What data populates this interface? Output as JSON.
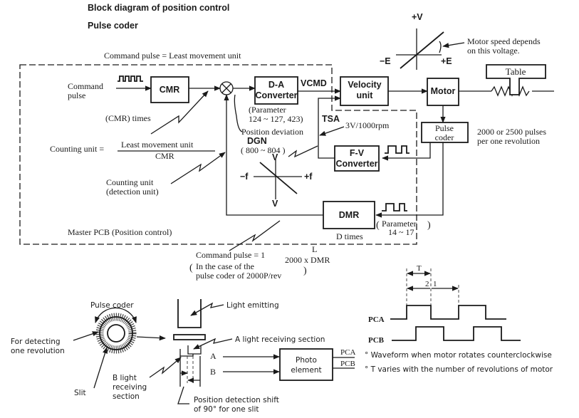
{
  "titles": {
    "main": "Block diagram of position control",
    "sub": "Pulse coder"
  },
  "annotations": {
    "command_pulse_eq": "Command pulse = Least movement unit",
    "command_pulse_label_1": "Command",
    "command_pulse_label_2": "pulse",
    "cmr_times": "(CMR) times",
    "counting_unit_lhs": "Counting unit =",
    "counting_unit_num": "Least movement unit",
    "counting_unit_den": "CMR",
    "counting_unit_detect_1": "Counting unit",
    "counting_unit_detect_2": "(detection unit)",
    "master_pcb": "Master PCB (Position control)",
    "vcmd": "VCMD",
    "param_da_1": "(Parameter",
    "param_da_2": "124 ~ 127, 423)",
    "position_deviation": "Position deviation",
    "dgn": "DGN",
    "dgn_range": "( 800 ~ 804 )",
    "tsa": "TSA",
    "tsa_rate": "3V/1000rpm",
    "pulses_per_rev_1": "2000 or 2500 pulses",
    "pulses_per_rev_2": "per one revolution",
    "d_times": "D times",
    "param_dmr_1": "Parameter",
    "param_dmr_2": "14 ~ 17",
    "cmd_pulse_1": "Command pulse = 1",
    "cmd_frac_num": "L",
    "cmd_frac_den": "2000 x DMR",
    "cmd_case_1": "In the case of the",
    "cmd_case_2": "pulse coder of 2000P/rev",
    "motor_speed_1": "Motor speed depends",
    "motor_speed_2": "on this voltage."
  },
  "graph_ve": {
    "y_label": "+V",
    "x_neg": "−E",
    "x_pos": "+E"
  },
  "graph_fv": {
    "y_top": "V",
    "y_bottom": "V",
    "x_neg": "−f",
    "x_pos": "+f"
  },
  "blocks": {
    "cmr": "CMR",
    "da_1": "D-A",
    "da_2": "Converter",
    "velocity_1": "Velocity",
    "velocity_2": "unit",
    "motor": "Motor",
    "table": "Table",
    "pulse_coder_1": "Pulse",
    "pulse_coder_2": "coder",
    "fv_1": "F-V",
    "fv_2": "Converter",
    "dmr": "DMR",
    "photo_1": "Photo",
    "photo_2": "element"
  },
  "encoder": {
    "pulse_coder": "Pulse coder",
    "detect_rev_1": "For detecting",
    "detect_rev_2": "one revolution",
    "slit": "Slit",
    "b_light_1": "B light",
    "b_light_2": "receiving",
    "b_light_3": "section",
    "light_emitting": "Light emitting",
    "a_light": "A light receiving section",
    "channel_a": "A",
    "channel_b": "B",
    "out_pca": "PCA",
    "out_pcb": "PCB",
    "shift_1": "Position detection shift",
    "shift_2": "of 90° for one slit"
  },
  "waveform": {
    "period_label": "T",
    "half_1": "2",
    "half_2": "1",
    "pca_label": "PCA",
    "pcb_label": "PCB",
    "note_1": "° Waveform when motor rotates counterclockwise",
    "note_2": "° T varies with the number of revolutions of motor"
  }
}
